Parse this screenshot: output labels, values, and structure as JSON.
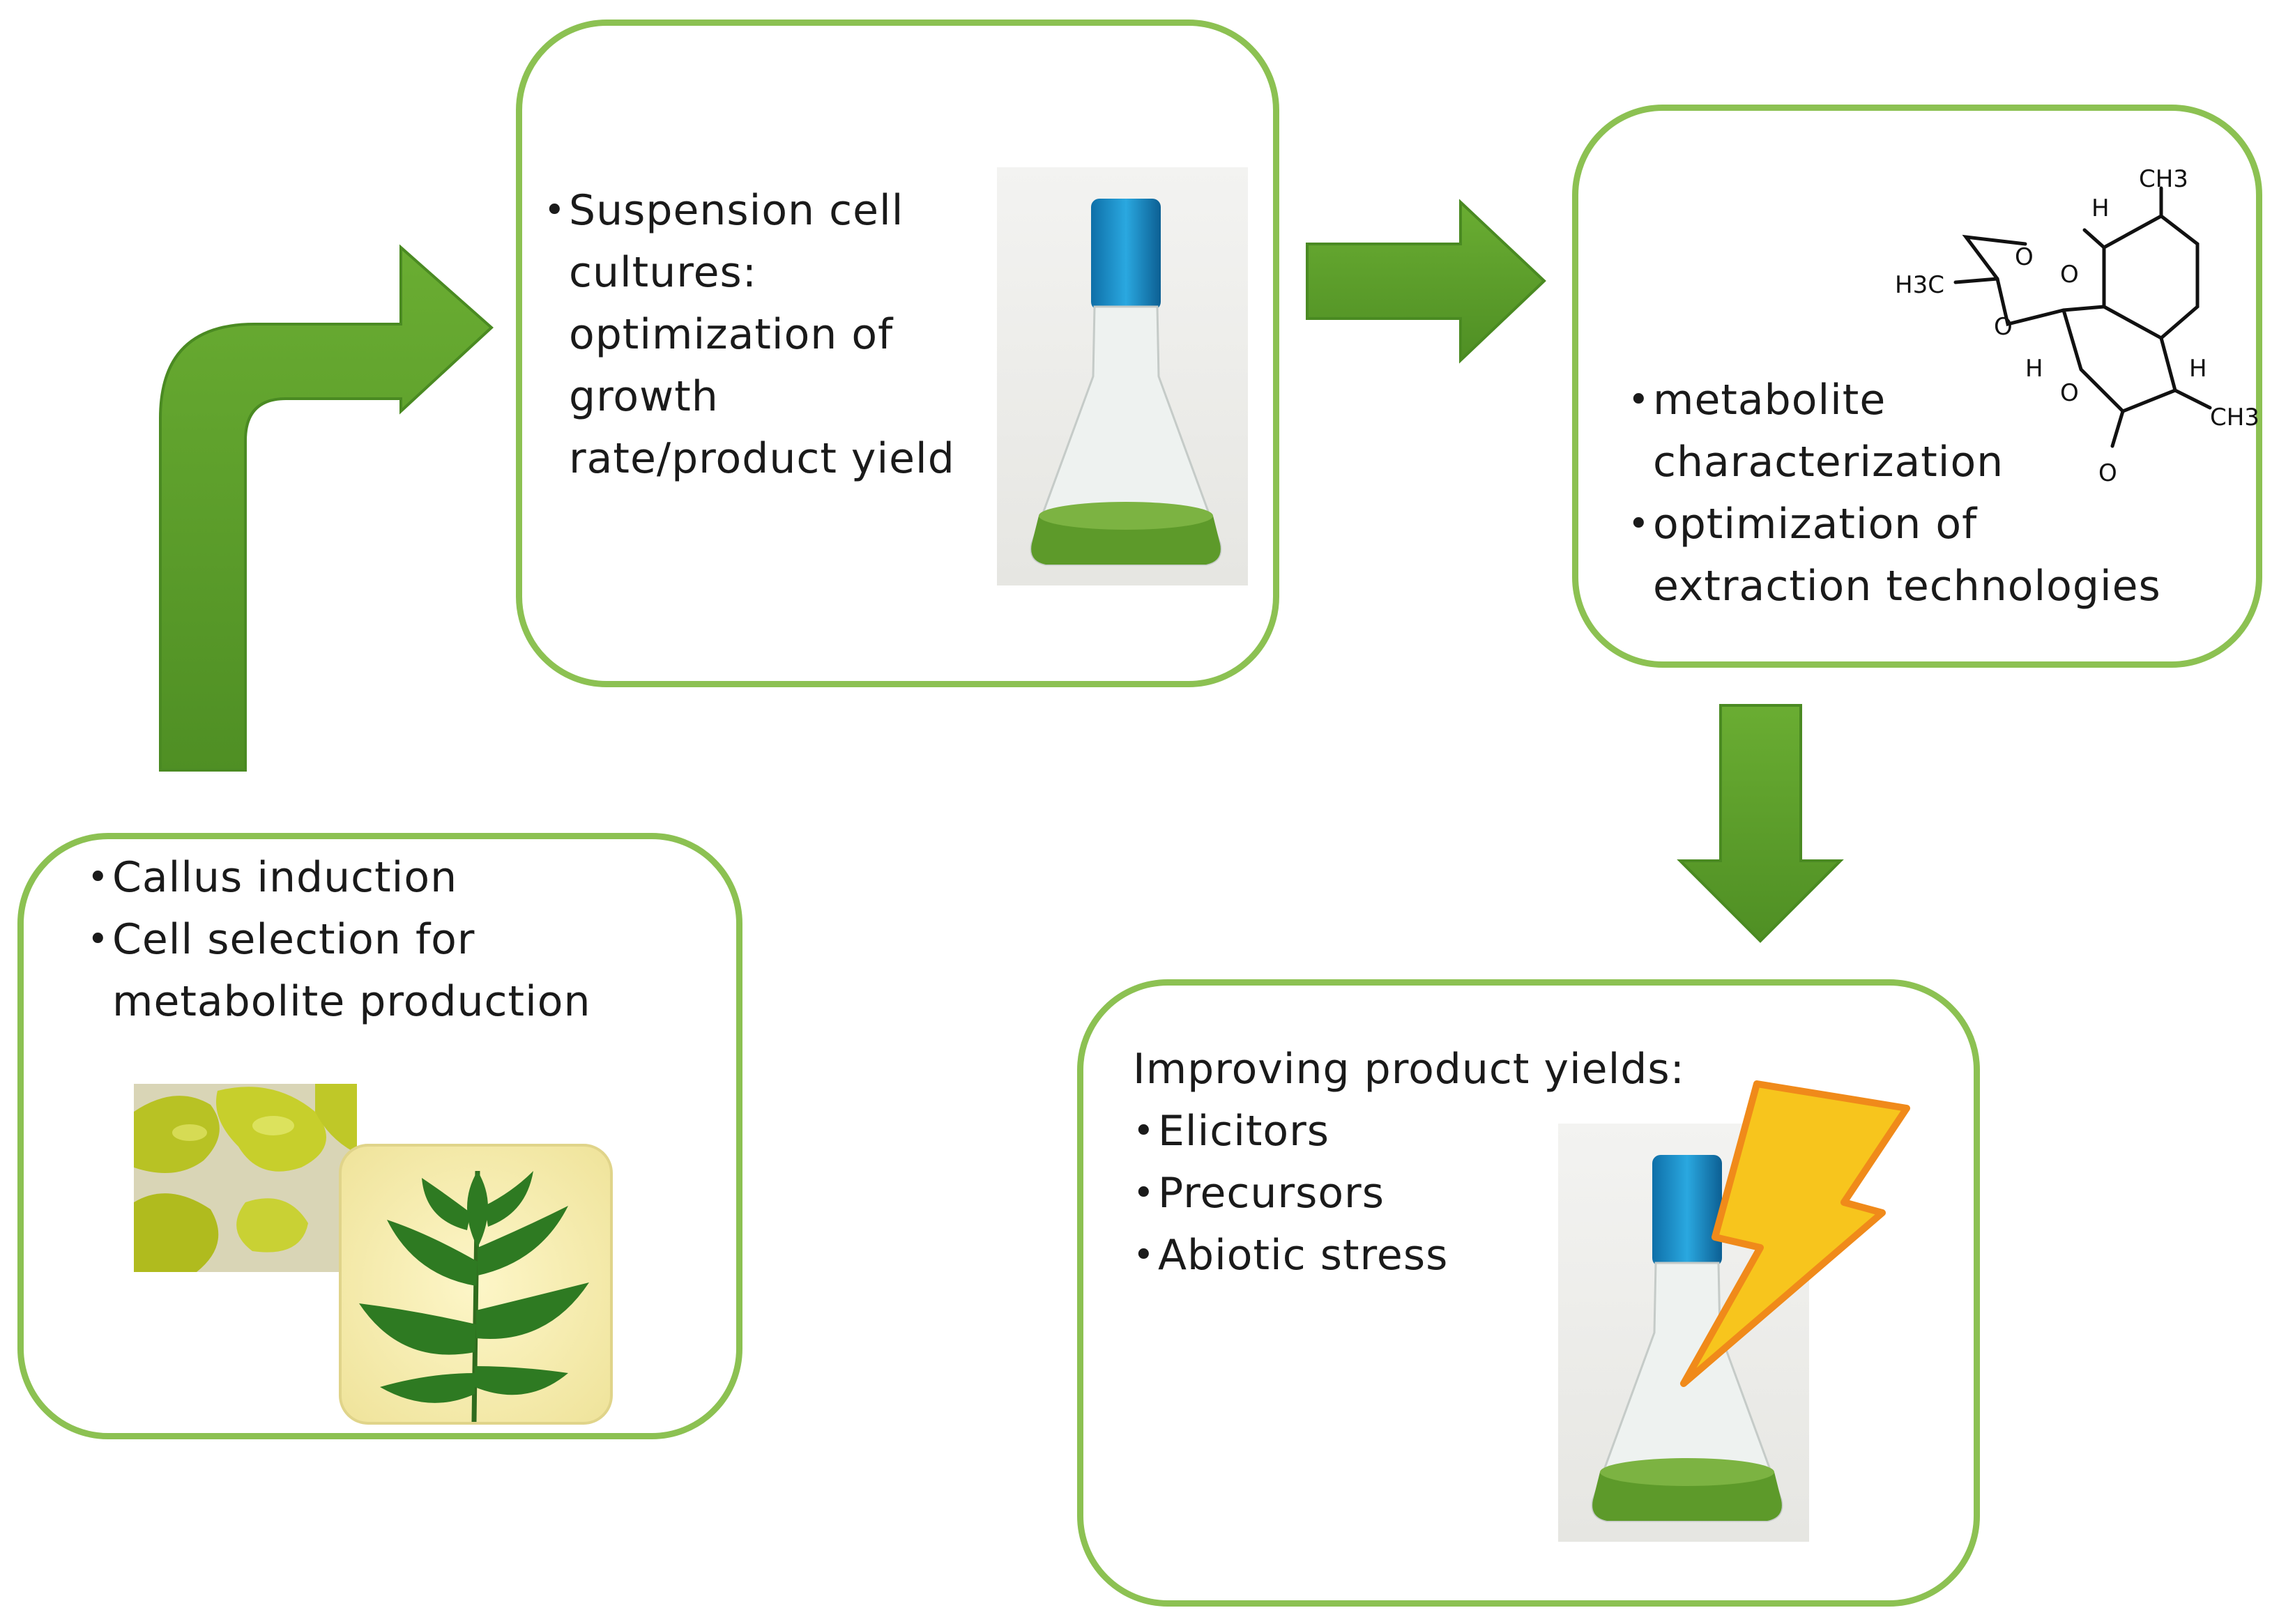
{
  "colors": {
    "box_border": "#8cc152",
    "arrow": "#5b9e2a",
    "text": "#1a1a1a"
  },
  "boxes": {
    "callus": {
      "items": [
        "Callus induction",
        "Cell selection for metabolite production"
      ],
      "images": [
        "callus-photo",
        "leaf-photo"
      ]
    },
    "suspension": {
      "items": [
        "Suspension cell cultures: optimization of growth rate/product yield"
      ],
      "images": [
        "flask-photo"
      ]
    },
    "characterization": {
      "items": [
        "metabolite characterization",
        "optimization of extraction technologies"
      ],
      "images": [
        "artemisinin-structure"
      ]
    },
    "improving": {
      "heading": "Improving product yields:",
      "items": [
        "Elicitors",
        "Precursors",
        "Abiotic stress"
      ],
      "images": [
        "flask-photo",
        "lightning-icon"
      ]
    }
  },
  "molecule": {
    "labels": {
      "ch3_top": "CH3",
      "h3c_left": "H3C",
      "ch3_right": "CH3",
      "o": "O",
      "h": "H"
    }
  },
  "arrows": [
    "bent-arrow-up-right",
    "arrow-right",
    "arrow-down"
  ]
}
